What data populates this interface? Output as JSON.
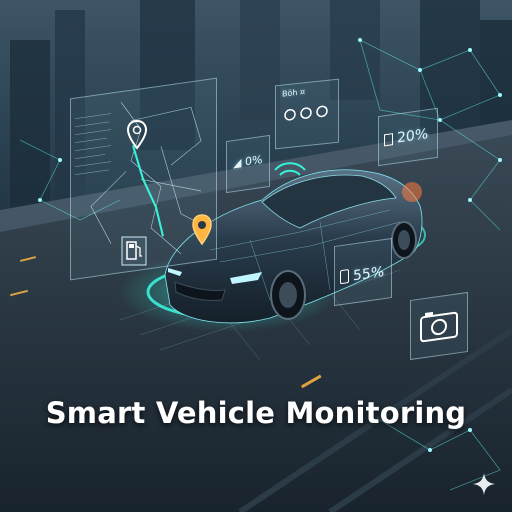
{
  "title": "Smart Vehicle Monitoring",
  "hud": {
    "gauge_top_left": "0%",
    "battery_top_right": "20%",
    "battery_near_car": "55%",
    "top_panel_label": "Böh ¤"
  },
  "icons": [
    "map-pin-icon",
    "fuel-pump-icon",
    "wifi-signal-icon",
    "camera-icon",
    "sparkle-icon",
    "battery-icon",
    "gauge-icon"
  ],
  "colors": {
    "accent_cyan": "#38f2d8",
    "accent_orange": "#ffb640",
    "background": "#0b1620"
  }
}
